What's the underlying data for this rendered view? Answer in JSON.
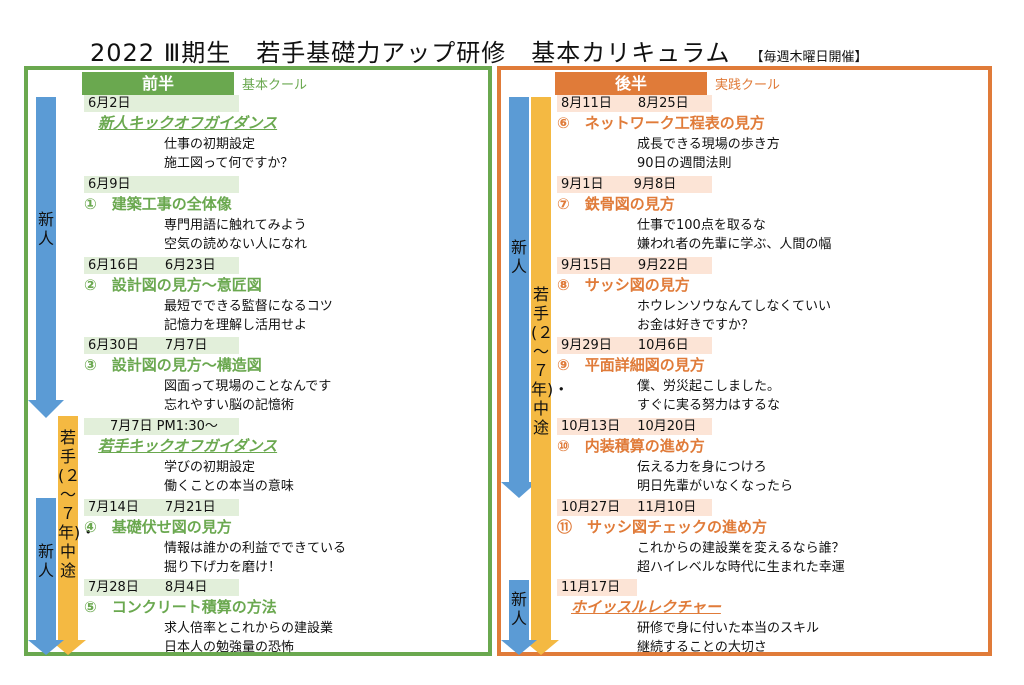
{
  "header": {
    "title": "2022 Ⅲ期生　若手基礎力アップ研修　基本カリキュラム",
    "schedule": "【毎週木曜日開催】"
  },
  "colors": {
    "first_half": "#6aa84f",
    "second_half": "#e07b39",
    "new_arrow": "#5b9bd5",
    "young_arrow": "#f4b942"
  },
  "first_half": {
    "label": "前半",
    "course": "基本クール",
    "sessions": [
      {
        "dates": "6月2日",
        "title": "新人キックオフガイダンス",
        "desc": [
          "仕事の初期設定",
          "施工図って何ですか？"
        ]
      },
      {
        "dates": "6月9日",
        "title": "①　建築工事の全体像",
        "desc": [
          "専門用語に触れてみよう",
          "空気の読めない人になれ"
        ]
      },
      {
        "dates": "6月16日　　6月23日",
        "title": "②　設計図の見方～意匠図",
        "desc": [
          "最短でできる監督になるコツ",
          "記憶力を理解し活用せよ"
        ]
      },
      {
        "dates": "6月30日　　7月7日",
        "title": "③　設計図の見方～構造図",
        "desc": [
          "図面って現場のことなんです",
          "忘れやすい脳の記憶術"
        ]
      },
      {
        "dates": "7月7日  PM1:30～",
        "title": "若手キックオフガイダンス",
        "desc": [
          "学びの初期設定",
          "働くことの本当の意味"
        ]
      },
      {
        "dates": "7月14日　　7月21日",
        "title": "④　基礎伏せ図の見方",
        "desc": [
          "情報は誰かの利益でできている",
          "掘り下げ力を磨け！"
        ]
      },
      {
        "dates": "7月28日　　8月4日",
        "title": "⑤　コンクリート積算の方法",
        "desc": [
          "求人倍率とこれからの建設業",
          "日本人の勉強量の恐怖"
        ]
      }
    ],
    "arrows": {
      "new_top": "新人",
      "young": "若手(２～７年)・中途",
      "new_bottom": "新人"
    }
  },
  "second_half": {
    "label": "後半",
    "course": "実践クール",
    "sessions": [
      {
        "dates": "8月11日　　8月25日",
        "title": "⑥　ネットワーク工程表の見方",
        "desc": [
          "成長できる現場の歩き方",
          "90日の週間法則"
        ]
      },
      {
        "dates": "9月1日　　 9月8日",
        "title": "⑦　鉄骨図の見方",
        "desc": [
          "仕事で100点を取るな",
          "嫌われ者の先輩に学ぶ、人間の幅"
        ]
      },
      {
        "dates": "9月15日　　9月22日",
        "title": "⑧　サッシ図の見方",
        "desc": [
          "ホウレンソウなんてしなくていい",
          "お金は好きですか？"
        ]
      },
      {
        "dates": "9月29日　　10月6日",
        "title": "⑨　平面詳細図の見方",
        "desc": [
          "僕、労災起こしました。",
          "すぐに実る努力はするな"
        ]
      },
      {
        "dates": "10月13日　 10月20日",
        "title": "⑩　内装積算の進め方",
        "desc": [
          "伝える力を身につけろ",
          "明日先輩がいなくなったら"
        ]
      },
      {
        "dates": "10月27日　 11月10日",
        "title": "⑪　サッシ図チェックの進め方",
        "desc": [
          "これからの建設業を変えるなら誰？",
          "超ハイレベルな時代に生まれた幸運"
        ]
      },
      {
        "dates": "11月17日",
        "title": "ホイッスルレクチャー",
        "desc": [
          "研修で身に付いた本当のスキル",
          "継続することの大切さ"
        ]
      }
    ],
    "arrows": {
      "new_top": "新人",
      "young": "若手(２～７年)・中途",
      "new_bottom": "新人"
    }
  }
}
